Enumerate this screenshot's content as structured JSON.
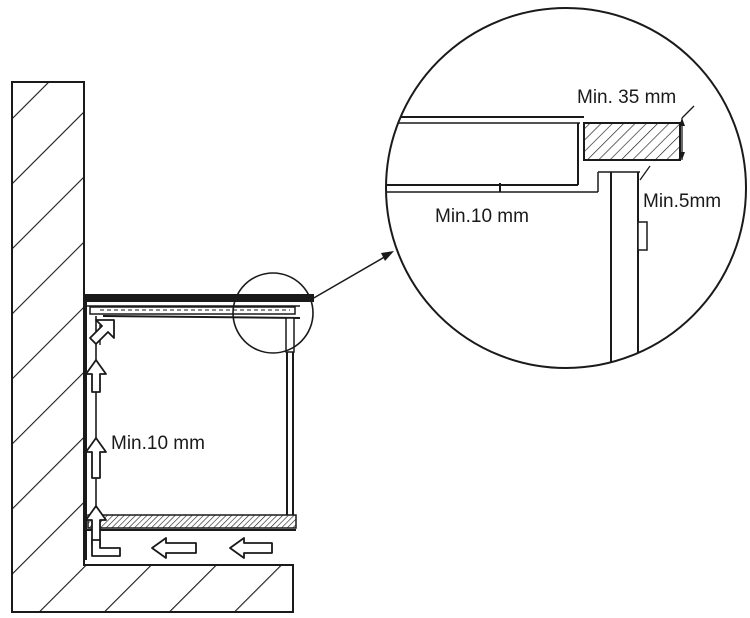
{
  "labels": {
    "cabinet_gap": "Min.10 mm",
    "zoom_top": "Min. 35 mm",
    "zoom_side": "Min.5mm",
    "zoom_bottom": "Min.10 mm"
  },
  "colors": {
    "line": "#1a1a1a",
    "background": "#ffffff"
  }
}
